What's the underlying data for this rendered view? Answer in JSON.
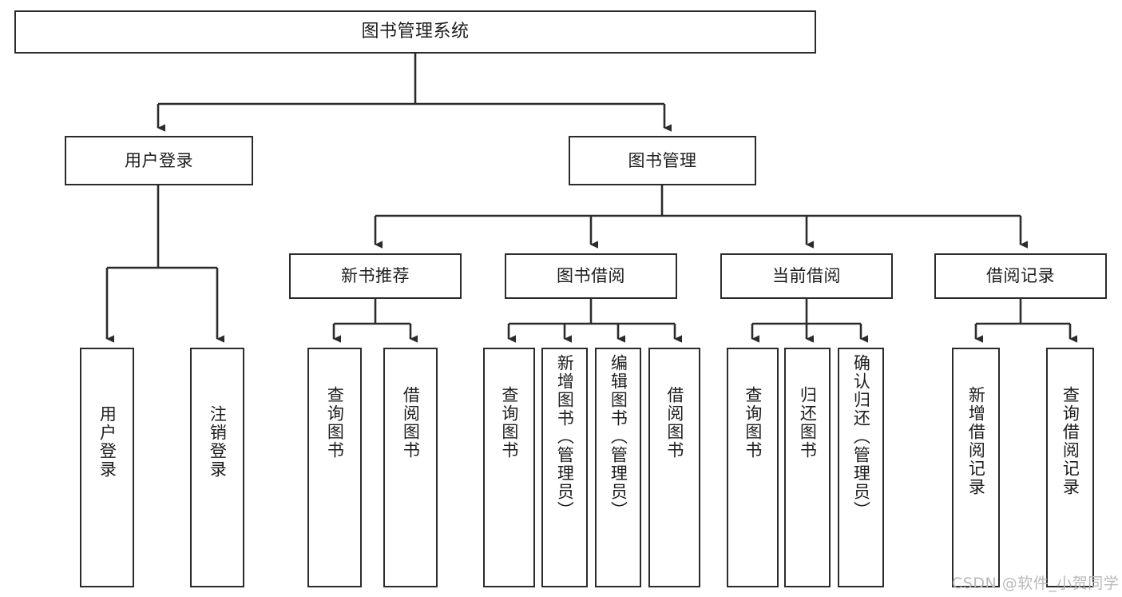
{
  "diagram": {
    "title": "图书管理系统",
    "type": "tree-hierarchy",
    "levels": {
      "root": {
        "label": "图书管理系统"
      },
      "level2": [
        {
          "label": "用户登录"
        },
        {
          "label": "图书管理"
        }
      ],
      "level3": [
        {
          "label": "新书推荐"
        },
        {
          "label": "图书借阅"
        },
        {
          "label": "当前借阅"
        },
        {
          "label": "借阅记录"
        }
      ],
      "leaves": {
        "user_login": [
          {
            "label": "用户登录"
          },
          {
            "label": "注销登录"
          }
        ],
        "new_book_recommend": [
          {
            "label": "查询图书"
          },
          {
            "label": "借阅图书"
          }
        ],
        "book_borrow": [
          {
            "label": "查询图书"
          },
          {
            "label": "新增图书（管理员）"
          },
          {
            "label": "编辑图书（管理员）"
          },
          {
            "label": "借阅图书"
          }
        ],
        "current_borrow": [
          {
            "label": "查询图书"
          },
          {
            "label": "归还图书"
          },
          {
            "label": "确认归还（管理员）"
          }
        ],
        "borrow_record": [
          {
            "label": "新增借阅记录"
          },
          {
            "label": "查询借阅记录"
          }
        ]
      }
    },
    "watermark": "CSDN @软件_小贺同学",
    "colors": {
      "stroke": "#2b2b2b",
      "background": "#ffffff",
      "text": "#1d1d1d",
      "watermark": "#b9b9b9"
    }
  }
}
